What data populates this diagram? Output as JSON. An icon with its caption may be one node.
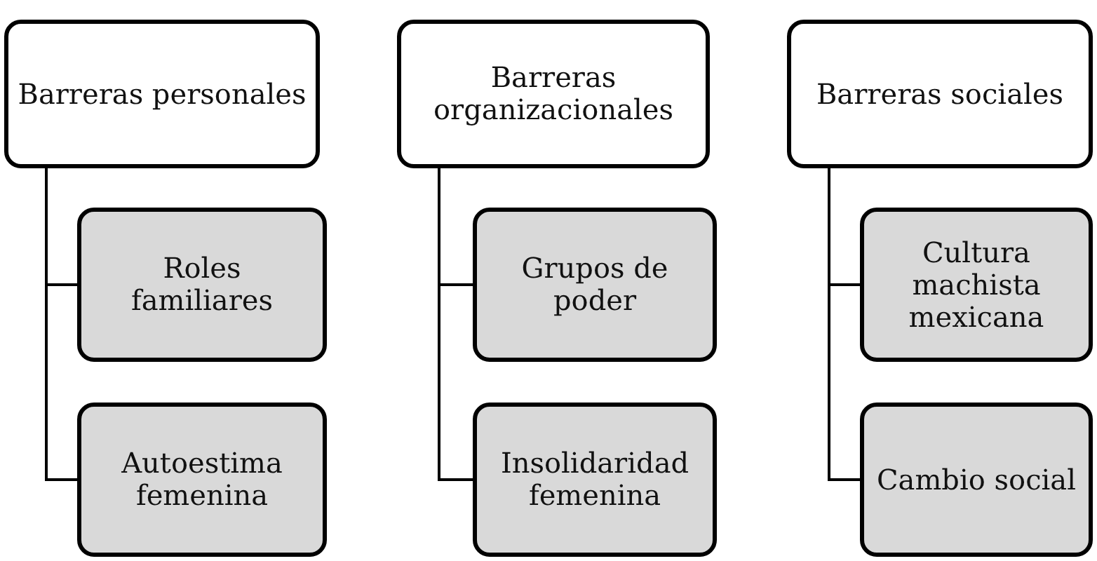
{
  "diagram": {
    "nodes": [
      {
        "text": [
          "Barreras personales"
        ]
      },
      {
        "text": [
          "Roles familiares"
        ]
      },
      {
        "text": [
          "Autoestima femenina"
        ]
      },
      {
        "text": [
          "Barreras organizacionales"
        ]
      },
      {
        "text": [
          "Grupos de poder"
        ]
      },
      {
        "text": [
          "Insolidaridad femenina"
        ]
      },
      {
        "text": [
          "Barreras sociales"
        ]
      },
      {
        "text": [
          "Cultura machista mexicana"
        ]
      },
      {
        "text": [
          "Cambio social"
        ]
      }
    ],
    "edges": [
      {
        "from": 0,
        "to": 1,
        "arrow": "none"
      },
      {
        "from": 0,
        "to": 2,
        "arrow": "none"
      },
      {
        "from": 3,
        "to": 4,
        "arrow": "none"
      },
      {
        "from": 3,
        "to": 5,
        "arrow": "none"
      },
      {
        "from": 6,
        "to": 7,
        "arrow": "none"
      },
      {
        "from": 6,
        "to": 8,
        "arrow": "none"
      }
    ]
  }
}
